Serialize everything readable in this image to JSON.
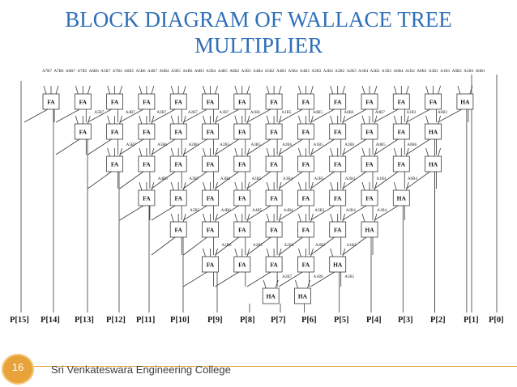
{
  "slide": {
    "title_line1": "BLOCK DIAGRAM OF WALLACE TREE",
    "title_line2": "MULTIPLIER",
    "page_number": "16",
    "footer": "Sri Venkateswara Engineering College"
  },
  "diagram": {
    "rows": [
      [
        "FA",
        "FA",
        "FA",
        "FA",
        "FA",
        "FA",
        "FA",
        "FA",
        "FA",
        "FA",
        "FA",
        "FA",
        "FA",
        "HA"
      ],
      [
        "FA",
        "FA",
        "FA",
        "FA",
        "FA",
        "FA",
        "FA",
        "FA",
        "FA",
        "FA",
        "FA",
        "HA"
      ],
      [
        "FA",
        "FA",
        "FA",
        "FA",
        "FA",
        "FA",
        "FA",
        "FA",
        "FA",
        "FA",
        "HA"
      ],
      [
        "FA",
        "FA",
        "FA",
        "FA",
        "FA",
        "FA",
        "FA",
        "FA",
        "HA"
      ],
      [
        "FA",
        "FA",
        "FA",
        "FA",
        "FA",
        "FA",
        "HA"
      ],
      [
        "FA",
        "FA",
        "FA",
        "FA",
        "HA"
      ],
      [
        "HA",
        "HA"
      ]
    ],
    "top_input_labels": [
      "A7B7",
      "A7B6",
      "A6B7",
      "A7B5",
      "A6B6",
      "A5B7",
      "A7B4",
      "A6B5",
      "A5B6",
      "A4B7",
      "A6B4",
      "A5B5",
      "A4B6",
      "A6B3",
      "A5B4",
      "A4B5",
      "A6B2",
      "A5B3",
      "A4B4",
      "A5B2",
      "A4B3",
      "A3B4",
      "A4B2",
      "A3B3",
      "A2B4",
      "A3B2",
      "A2B3",
      "A1B4",
      "A2B2",
      "A1B3",
      "A0B4",
      "A1B2",
      "A0B3",
      "A2B1",
      "A1B1",
      "A0B2",
      "A1B0",
      "A0B1",
      "A0B0"
    ],
    "row_pp_labels": [
      [
        "A5B7",
        "A4B7",
        "A3B7",
        "A2B7",
        "A1B7",
        "A1B6",
        "A1B5",
        "A0B5",
        "A0B6",
        "A0B7",
        "A1B3",
        "A0B3"
      ],
      [
        "A5B7",
        "A5B6",
        "A2B6",
        "A2B5",
        "A3B5",
        "A2B6",
        "A1B5",
        "A1B6",
        "A0B5",
        "A0B6"
      ],
      [
        "A4B5",
        "A3B7",
        "A3B6",
        "A3B5",
        "A3B4",
        "A2B5",
        "A2B4",
        "A1B4",
        "A0B4"
      ],
      [
        "A5B5",
        "A4B6",
        "A4B5",
        "A4B4",
        "A3B3",
        "A2B4",
        "A1B4"
      ],
      [
        "A2B6",
        "A2B5",
        "A2B4",
        "A2B3",
        "A1B3"
      ],
      [
        "A2B7",
        "A1B6",
        "A1B5"
      ]
    ],
    "outputs": [
      "P[15]",
      "P[14]",
      "P[13]",
      "P[12]",
      "P[11]",
      "P[10]",
      "P[9]",
      "P[8]",
      "P[7]",
      "P[6]",
      "P[5]",
      "P[4]",
      "P[3]",
      "P[2]",
      "P[1]",
      "P[0]"
    ]
  }
}
